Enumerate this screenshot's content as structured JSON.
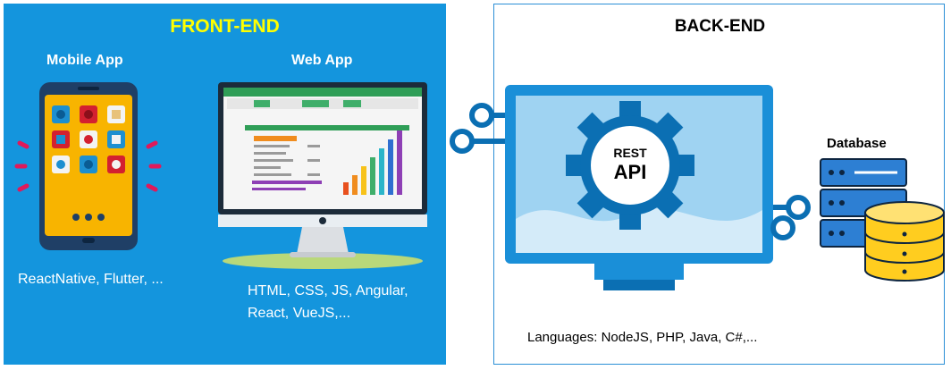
{
  "front_end": {
    "title": "FRONT-END",
    "mobile": {
      "title": "Mobile App",
      "tech": "ReactNative, Flutter, ..."
    },
    "web": {
      "title": "Web App",
      "tech_line1": "HTML, CSS, JS, Angular,",
      "tech_line2": "React, VueJS,..."
    }
  },
  "back_end": {
    "title": "BACK-END",
    "api_line1": "REST",
    "api_line2": "API",
    "database": "Database",
    "languages": "Languages: NodeJS, PHP, Java, C#,..."
  },
  "colors": {
    "front_bg": "#1495dd",
    "front_title": "#ffff00",
    "monitor_blue": "#1a8fd8",
    "gear": "#0b6fb3",
    "db_gold": "#ffcd1f"
  }
}
